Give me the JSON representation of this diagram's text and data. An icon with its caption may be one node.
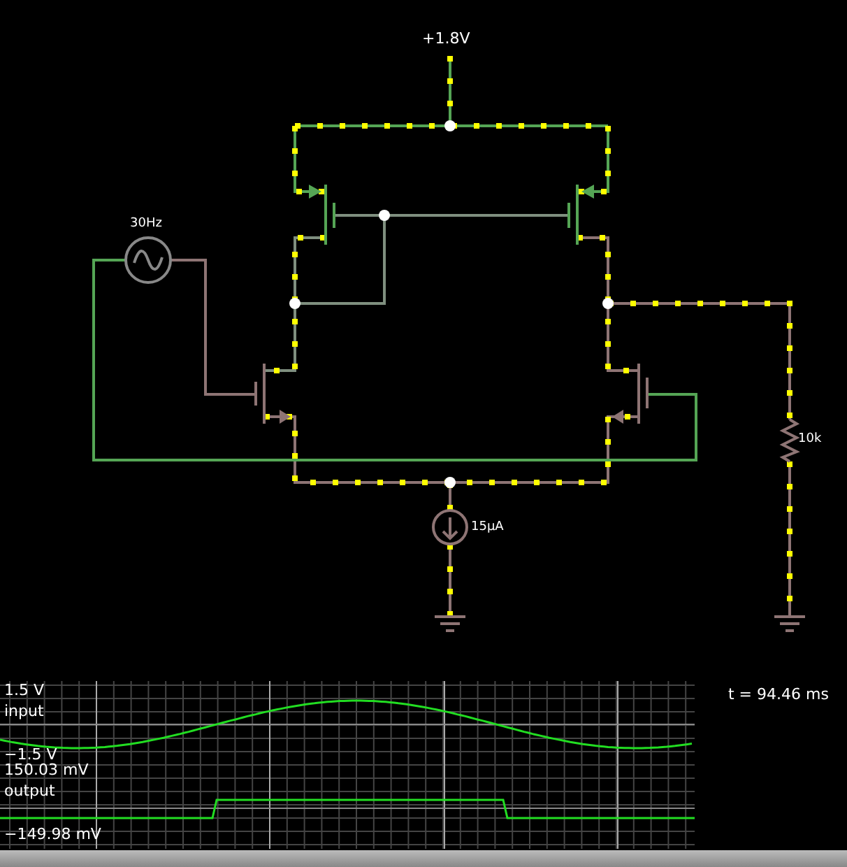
{
  "diagram": {
    "labels": [
      "+1.8V",
      "30Hz",
      "10k",
      "15μA",
      "1.5 V",
      "input",
      "−1.5 V",
      "150.03 mV",
      "output",
      "−149.98 mV",
      "t = 94.46 ms"
    ]
  }
}
